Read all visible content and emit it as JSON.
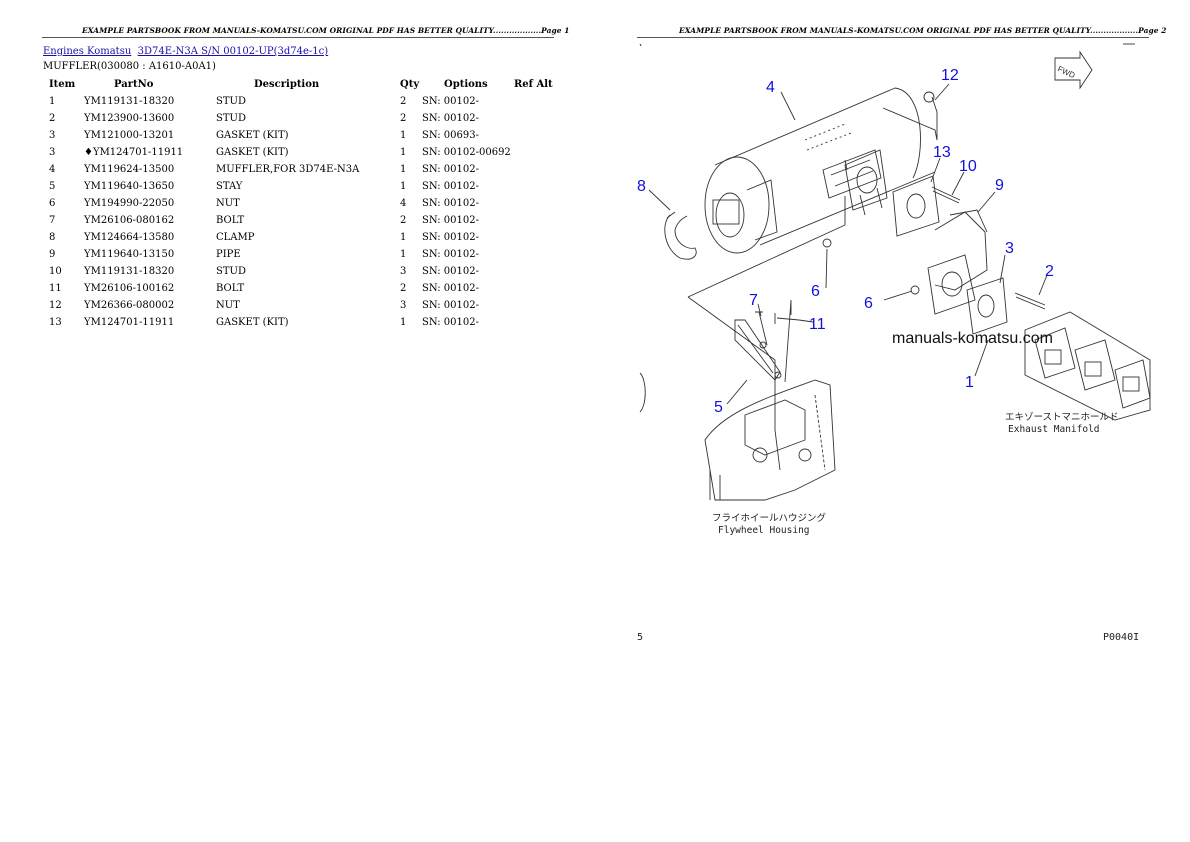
{
  "page1": {
    "header": "EXAMPLE PARTSBOOK FROM MANUALS-KOMATSU.COM ORIGINAL PDF HAS BETTER QUALITY..................Page 1",
    "breadcrumb": {
      "link1": "Engines Komatsu",
      "link2": "3D74E-N3A S/N 00102-UP(3d74e-1c)"
    },
    "subtitle": "MUFFLER(030080 : A1610-A0A1)",
    "table": {
      "headers": {
        "item": "Item",
        "partno": "PartNo",
        "description": "Description",
        "qty": "Qty",
        "options": "Options",
        "refalt": "Ref Alt"
      },
      "rows": [
        {
          "item": "1",
          "partno": "YM119131-18320",
          "description": "STUD",
          "qty": "2",
          "options": "SN: 00102-"
        },
        {
          "item": "2",
          "partno": "YM123900-13600",
          "description": "STUD",
          "qty": "2",
          "options": "SN: 00102-"
        },
        {
          "item": "3",
          "partno": "YM121000-13201",
          "description": "GASKET (KIT)",
          "qty": "1",
          "options": "SN: 00693-"
        },
        {
          "item": "3",
          "partno": "♦YM124701-11911",
          "description": "GASKET (KIT)",
          "qty": "1",
          "options": "SN: 00102-00692"
        },
        {
          "item": "4",
          "partno": "YM119624-13500",
          "description": "MUFFLER,FOR 3D74E-N3A",
          "qty": "1",
          "options": "SN: 00102-"
        },
        {
          "item": "5",
          "partno": "YM119640-13650",
          "description": "STAY",
          "qty": "1",
          "options": "SN: 00102-"
        },
        {
          "item": "6",
          "partno": "YM194990-22050",
          "description": "NUT",
          "qty": "4",
          "options": "SN: 00102-"
        },
        {
          "item": "7",
          "partno": "YM26106-080162",
          "description": "BOLT",
          "qty": "2",
          "options": "SN: 00102-"
        },
        {
          "item": "8",
          "partno": "YM124664-13580",
          "description": "CLAMP",
          "qty": "1",
          "options": "SN: 00102-"
        },
        {
          "item": "9",
          "partno": "YM119640-13150",
          "description": "PIPE",
          "qty": "1",
          "options": "SN: 00102-"
        },
        {
          "item": "10",
          "partno": "YM119131-18320",
          "description": "STUD",
          "qty": "3",
          "options": "SN: 00102-"
        },
        {
          "item": "11",
          "partno": "YM26106-100162",
          "description": "BOLT",
          "qty": "2",
          "options": "SN: 00102-"
        },
        {
          "item": "12",
          "partno": "YM26366-080002",
          "description": "NUT",
          "qty": "3",
          "options": "SN: 00102-"
        },
        {
          "item": "13",
          "partno": "YM124701-11911",
          "description": "GASKET (KIT)",
          "qty": "1",
          "options": "SN: 00102-"
        }
      ]
    }
  },
  "page2": {
    "header": "EXAMPLE PARTSBOOK FROM MANUALS-KOMATSU.COM ORIGINAL PDF HAS BETTER QUALITY..................Page 2",
    "diagram": {
      "watermark": "manuals-komatsu.com",
      "fwd_label": "FWD",
      "exhaust_jp": "エキゾーストマニホールド",
      "exhaust_en": "Exhaust Manifold",
      "flywheel_jp": "フライホイールハウジング",
      "flywheel_en": "Flywheel Housing",
      "callouts": {
        "c4": "4",
        "c12": "12",
        "c13": "13",
        "c10": "10",
        "c9": "9",
        "c8": "8",
        "c3": "3",
        "c2": "2",
        "c6a": "6",
        "c6b": "6",
        "c7": "7",
        "c11": "11",
        "c1": "1",
        "c5": "5"
      }
    },
    "footer_left": "5",
    "footer_right": "P0040I"
  }
}
